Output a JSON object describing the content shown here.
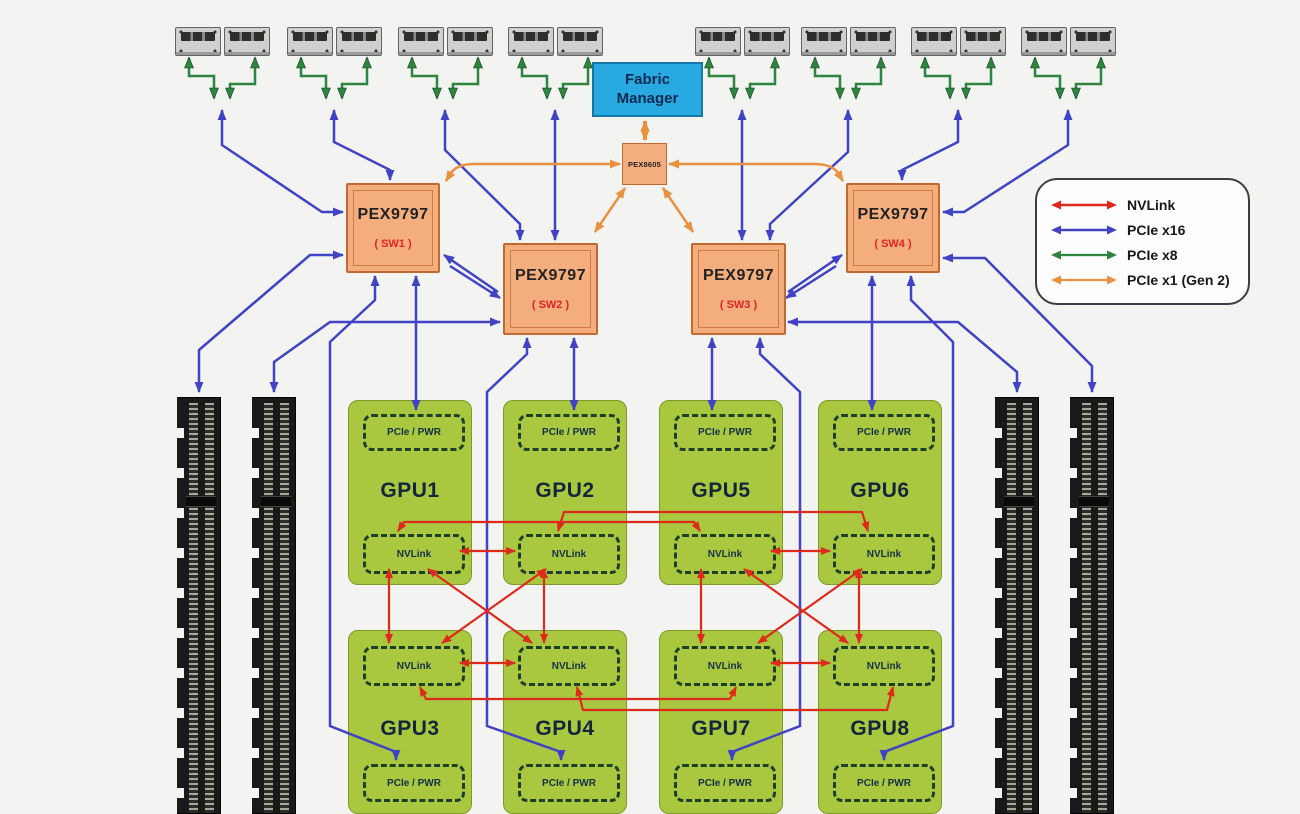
{
  "colors": {
    "bg": "#f3f3f1",
    "nvlink": "#de2a1c",
    "pcie16": "#4044c4",
    "pcie8": "#2e8540",
    "pcie1": "#e8913f",
    "fm": "#29a9e1",
    "sw": "#f4ae7e",
    "gpu": "#a9c840"
  },
  "fabric_manager": {
    "label": "Fabric Manager"
  },
  "mgmt_switch": {
    "label": "PEX8605"
  },
  "switches": [
    {
      "chip": "PEX9797",
      "name": "( SW1 )"
    },
    {
      "chip": "PEX9797",
      "name": "( SW2 )"
    },
    {
      "chip": "PEX9797",
      "name": "( SW3 )"
    },
    {
      "chip": "PEX9797",
      "name": "( SW4 )"
    }
  ],
  "gpus": [
    {
      "label": "GPU1"
    },
    {
      "label": "GPU2"
    },
    {
      "label": "GPU5"
    },
    {
      "label": "GPU6"
    },
    {
      "label": "GPU3"
    },
    {
      "label": "GPU4"
    },
    {
      "label": "GPU7"
    },
    {
      "label": "GPU8"
    }
  ],
  "gpu_ports": {
    "pcie": "PCIe / PWR",
    "nvlink": "NVLink"
  },
  "legend": {
    "items": [
      {
        "label": "NVLink",
        "color": "#de2a1c"
      },
      {
        "label": "PCIe x16",
        "color": "#4044c4"
      },
      {
        "label": "PCIe x8",
        "color": "#2e8540"
      },
      {
        "label": "PCIe x1 (Gen 2)",
        "color": "#e8913f"
      }
    ]
  },
  "uplink_connectors": {
    "count": 8,
    "icon": "dual-port-connector-icon"
  },
  "pcie_slots": {
    "count": 4,
    "icon": "pcie-slot-connector-icon"
  }
}
